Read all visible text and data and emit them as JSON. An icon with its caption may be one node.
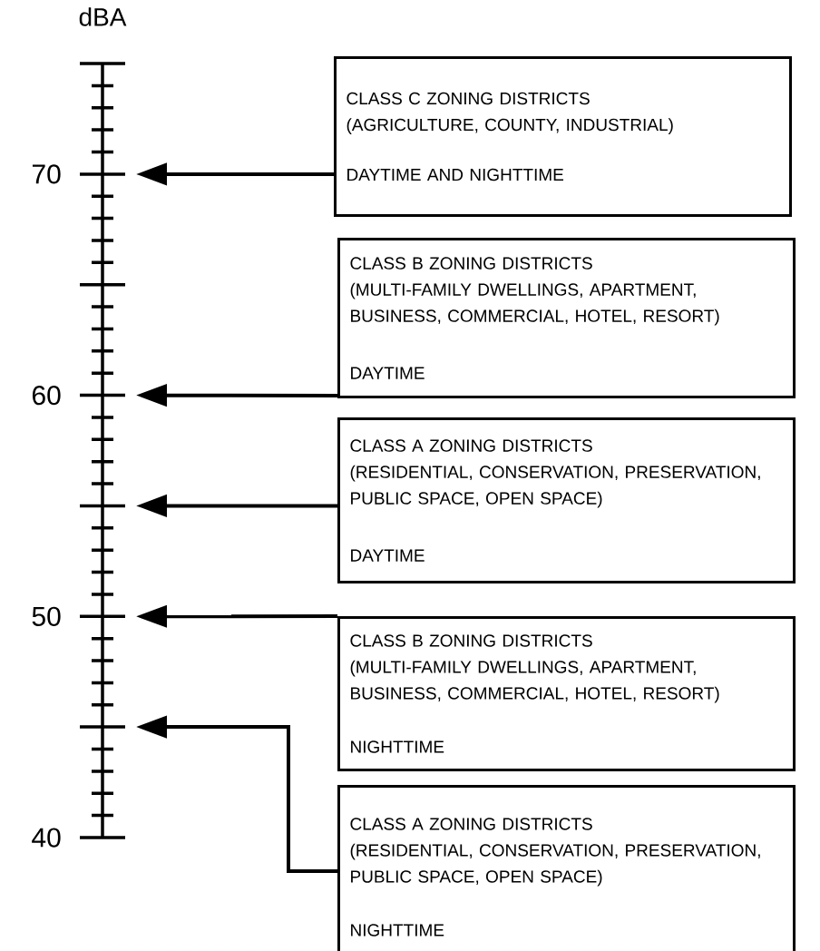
{
  "diagram": {
    "nodes": [
      {
        "text": [
          "CLASS C ZONING DISTRICTS",
          "(AGRICULTURE, COUNTY, INDUSTRIAL)",
          "DAYTIME AND NIGHTTIME"
        ]
      },
      {
        "text": [
          "CLASS B ZONING DISTRICTS",
          "(MULTI-FAMILY DWELLINGS, APARTMENT, BUSINESS, COMMERCIAL, HOTEL, RESORT)",
          "DAYTIME"
        ]
      },
      {
        "text": [
          "CLASS A ZONING DISTRICTS",
          "(RESIDENTIAL, CONSERVATION, PRESERVATION, PUBLIC SPACE, OPEN SPACE)",
          "DAYTIME"
        ]
      },
      {
        "text": [
          "CLASS B ZONING DISTRICTS",
          "(MULTI-FAMILY DWELLINGS, APARTMENT, BUSINESS, COMMERCIAL, HOTEL, RESORT)",
          "NIGHTTIME"
        ]
      },
      {
        "text": [
          "CLASS A ZONING DISTRICTS",
          "(RESIDENTIAL, CONSERVATION, PRESERVATION, PUBLIC SPACE, OPEN SPACE)",
          "NIGHTTIME"
        ]
      }
    ],
    "edges": [
      {
        "from": 0,
        "to": null,
        "arrow": "to"
      },
      {
        "from": 1,
        "to": null,
        "arrow": "to"
      },
      {
        "from": 2,
        "to": null,
        "arrow": "to"
      },
      {
        "from": 3,
        "to": null,
        "arrow": "to"
      },
      {
        "from": 4,
        "to": null,
        "arrow": "to"
      }
    ],
    "labels": [
      "dBA",
      "70",
      "60",
      "50",
      "40"
    ]
  }
}
